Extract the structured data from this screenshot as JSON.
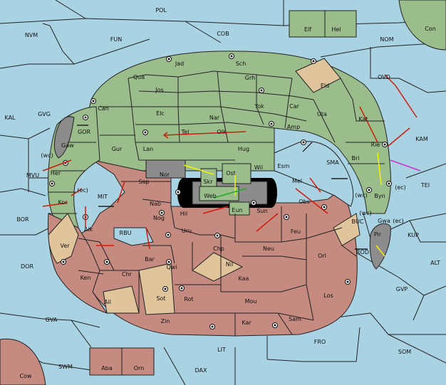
{
  "map": {
    "colors": {
      "sea": "#a9d3e3",
      "green": "#9bbd8c",
      "red": "#c58a80",
      "tan": "#e0c49c",
      "hub": "#8c8c8c"
    },
    "sea_labels": [
      "POL",
      "NVM",
      "FUN",
      "COB",
      "NOM",
      "Con",
      "Elf",
      "Hel",
      "KAL",
      "GVG",
      "OVD",
      "GOR",
      "MVU",
      "(wc)",
      "BOR",
      "MIT",
      "(ec)",
      "SMA",
      "KAM",
      "TEI",
      "(wc)",
      "(ec)",
      "RBU",
      "BUC",
      "(wc)",
      "(ec)",
      "KUP",
      "ROD",
      "DOR",
      "ALT",
      "GVP",
      "GVA",
      "FRO",
      "SOM",
      "LIT",
      "SWM",
      "DAX",
      "Cow",
      "Aba",
      "Orn"
    ],
    "green_labels": [
      "Jad",
      "Sch",
      "Qua",
      "Jos",
      "Grh",
      "Can",
      "Elc",
      "Nar",
      "Yok",
      "Car",
      "Tel",
      "Olk",
      "Amp",
      "Uta",
      "Gur",
      "Lan",
      "Hug",
      "Kat",
      "Gaw",
      "Wil",
      "Esm",
      "Rie",
      "Bri",
      "Her",
      "Ost",
      "Skr",
      "Nor",
      "Mel",
      "Byn",
      "Kor",
      "Web",
      "Eun"
    ],
    "red_labels": [
      "Sap",
      "Nab",
      "Hil",
      "Nog",
      "Uru",
      "Sun",
      "Obs",
      "Feu",
      "Aik",
      "Bar",
      "Qwi",
      "Chr",
      "Chp",
      "Neu",
      "Orl",
      "Ken",
      "Nil",
      "Kaa",
      "Gwa",
      "Pir",
      "Ail",
      "Sot",
      "Rot",
      "Mou",
      "Los",
      "Zin",
      "Kar",
      "Sam"
    ],
    "tan_labels": [
      "Eld",
      "Ver"
    ]
  }
}
